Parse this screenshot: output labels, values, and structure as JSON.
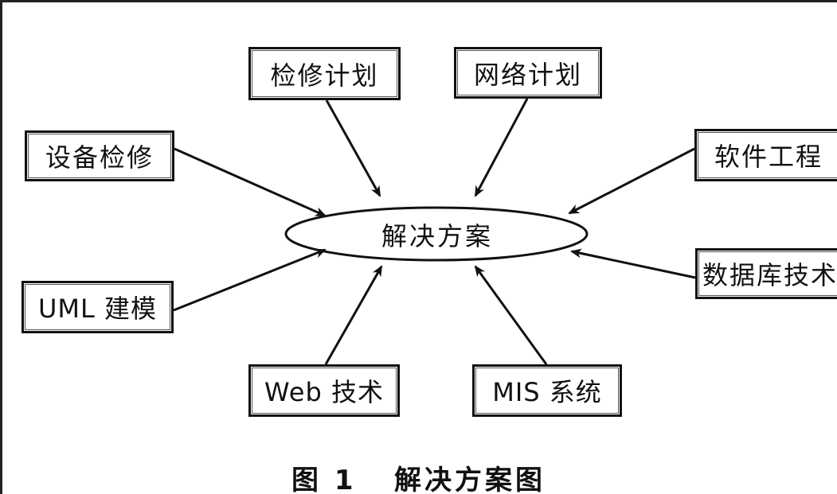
{
  "diagram": {
    "center": {
      "label": "解决方案"
    },
    "nodes": {
      "jianxiu_jihua": "检修计划",
      "wangluo_jihua": "网络计划",
      "shebei_jianxiu": "设备检修",
      "ruanjian_gongcheng": "软件工程",
      "shujuku_jishu": "数据库技术",
      "uml_jianmo": "UML 建模",
      "web_jishu": "Web 技术",
      "mis_xitong": "MIS 系统"
    },
    "caption": "图 1   解决方案图"
  }
}
